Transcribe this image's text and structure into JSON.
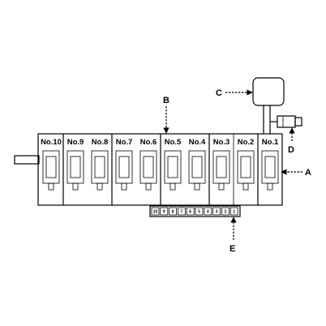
{
  "diagram": {
    "bank_labels": [
      "No.10",
      "No.9",
      "No.8",
      "No.7",
      "No.6",
      "No.5",
      "No.4",
      "No.3",
      "No.2",
      "No.1"
    ],
    "connector_pins": [
      "10",
      "9",
      "8",
      "7",
      "6",
      "5",
      "4",
      "3",
      "2",
      "1"
    ],
    "callouts": {
      "a": "A",
      "b": "B",
      "c": "C",
      "d": "D",
      "e": "E"
    }
  }
}
